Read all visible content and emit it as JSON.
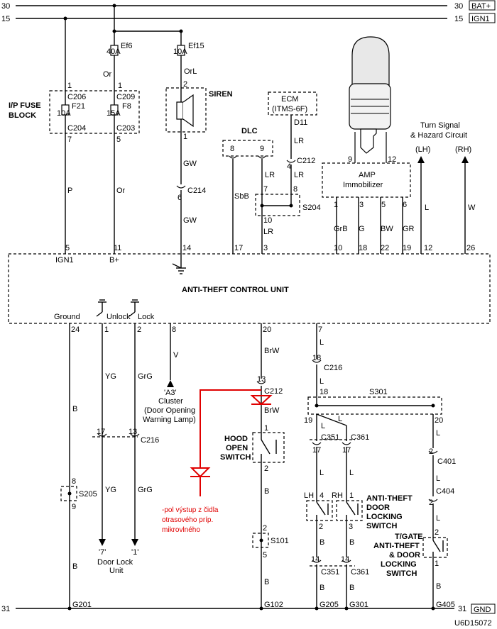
{
  "rails": {
    "bat_num": "30",
    "bat_name": "BAT+",
    "ign_num": "15",
    "ign_name": "IGN1",
    "gnd_num": "31",
    "gnd_name": "GND"
  },
  "fuse_block": {
    "title_1": "I/P FUSE",
    "title_2": "BLOCK",
    "f21": {
      "top_pin": "1",
      "top_conn": "C206",
      "name": "F21",
      "rating": "10A",
      "bot_conn": "C204",
      "bot_pin": "7"
    },
    "f8": {
      "top_pin": "1",
      "top_conn": "C209",
      "name": "F8",
      "rating": "15A",
      "bot_conn": "C203",
      "bot_pin": "5"
    }
  },
  "ef6": {
    "name": "Ef6",
    "rating": "40A",
    "wire": "Or"
  },
  "ef15": {
    "name": "Ef15",
    "rating": "10A",
    "wire": "OrL"
  },
  "siren": {
    "label": "SIREN",
    "pin_top": "2",
    "pin_bot": "1",
    "wire1": "GW",
    "conn": "C214",
    "conn_pin": "6",
    "wire2": "GW"
  },
  "wires": {
    "p": "P",
    "or": "Or"
  },
  "ecm": {
    "line1": "ECM",
    "line2": "(ITMS-6F)",
    "pin": "D11",
    "wire": "LR",
    "conn": "C212",
    "conn_pin": "4",
    "wire2": "LR"
  },
  "dlc": {
    "label": "DLC",
    "pin8": "8",
    "pin9": "9",
    "wire_sbb": "SbB",
    "wire_lr": "LR",
    "s204": "S204",
    "s204_pin7": "7",
    "s204_pin8": "8",
    "s204_pin10": "10",
    "wire_lr2": "LR"
  },
  "immobilizer": {
    "line1": "AMP",
    "line2": "Immobilizer",
    "pin_key1": "9",
    "pin_key2": "12",
    "pins": [
      "1",
      "3",
      "5",
      "6"
    ],
    "wires": [
      "GrB",
      "G",
      "BW",
      "GR"
    ]
  },
  "turn_signal": {
    "line1": "Turn Signal",
    "line2": "& Hazard Circuit",
    "lh": "(LH)",
    "rh": "(RH)",
    "wire_l": "L",
    "wire_w": "W"
  },
  "control_unit": {
    "label": "ANTI-THEFT CONTROL UNIT",
    "top_pins": [
      "5",
      "11",
      "14",
      "17",
      "3",
      "10",
      "18",
      "22",
      "19",
      "12",
      "26"
    ],
    "ign1": "IGN1",
    "bplus": "B+",
    "ground": "Ground",
    "unlock": "Unlock",
    "lock": "Lock",
    "bot_pins": [
      "24",
      "1",
      "2",
      "8",
      "20",
      "7"
    ]
  },
  "cluster": {
    "wire": "V",
    "conn": "'A3'",
    "line1": "Cluster",
    "line2": "(Door Opening",
    "line3": "Warning Lamp)"
  },
  "c216_left": {
    "pin17": "17",
    "pin13": "13",
    "name": "C216",
    "wire_yg": "YG",
    "wire_grg": "GrG"
  },
  "door_lock": {
    "pin7": "'7'",
    "pin1": "'1'",
    "line1": "Door Lock",
    "line2": "Unit"
  },
  "s205": {
    "name": "S205",
    "pin8": "8",
    "pin9": "9",
    "wire_b": "B"
  },
  "hood": {
    "wire_brw": "BrW",
    "c212_pin": "13",
    "c212": "C212",
    "wire_brw2": "BrW",
    "line1": "HOOD",
    "line2": "OPEN",
    "line3": "SWITCH",
    "pin1": "1",
    "pin2": "2",
    "wire_b": "B",
    "s101": "S101",
    "s101_pin2": "2",
    "s101_pin5": "5",
    "wire_b2": "B"
  },
  "right_branch": {
    "wire_l": "L",
    "c216_pin": "18",
    "c216": "C216",
    "wire_l2": "L",
    "s301": "S301",
    "s301_pin18": "18",
    "s301_pin19": "19",
    "s301_pin20": "20",
    "c351": "C351",
    "c361": "C361",
    "c351_pin": "17",
    "c361_pin": "17",
    "c401": "C401",
    "c401_pin": "2",
    "c404": "C404",
    "c404_pin": "2",
    "lh": "LH",
    "lh_pin": "4",
    "rh": "RH",
    "rh_pin": "1",
    "sw_pin_lh_bot": "2",
    "sw_pin_rh_bot": "3",
    "door_sw_1": "ANTI-THEFT",
    "door_sw_2": "DOOR",
    "door_sw_3": "LOCKING",
    "door_sw_4": "SWITCH",
    "tg_1": "T/GATE",
    "tg_2": "ANTI-THEFT",
    "tg_3": "& DOOR",
    "tg_4": "LOCKING",
    "tg_5": "SWITCH",
    "tg_pin_top": "2",
    "tg_pin_bot": "1",
    "bot_c351": "C351",
    "bot_c361": "C361",
    "bot_pin_lh": "14",
    "bot_pin_rh": "14",
    "wire_b": "B"
  },
  "grounds": {
    "g201": "G201",
    "g102": "G102",
    "g205": "G205",
    "g301": "G301",
    "g405": "G405"
  },
  "annotation": {
    "line1": "-pol výstup z čidla",
    "line2": "otrasového príp.",
    "line3": "mikrovlného"
  },
  "figure_id": "U6D15072"
}
